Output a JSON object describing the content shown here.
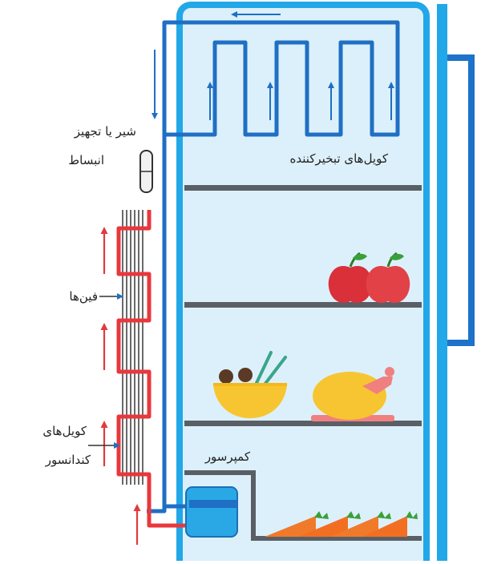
{
  "labels": {
    "expansion_valve_line1": "شیر یا تجهیز",
    "expansion_valve_line2": "انبساط",
    "evaporator_coils": "کویل‌های تبخیرکننده",
    "fins": "فین‌ها",
    "condenser_coils_line1": "کویل‌های",
    "condenser_coils_line2": "کندانسور",
    "compressor": "کمپرسور"
  },
  "colors": {
    "fridge_outline": "#22a7e8",
    "fridge_interior": "#dcf0fb",
    "cold_pipe": "#1f6fc4",
    "hot_pipe": "#e8383d",
    "hot_arrow": "#e03a3f",
    "shelf": "#5a5f66",
    "fins": "#444444",
    "compressor": "#2aa8e6"
  },
  "icons": [
    "apple-icon",
    "bowl-icon",
    "chicken-icon",
    "carrot-icon",
    "compressor-icon"
  ]
}
